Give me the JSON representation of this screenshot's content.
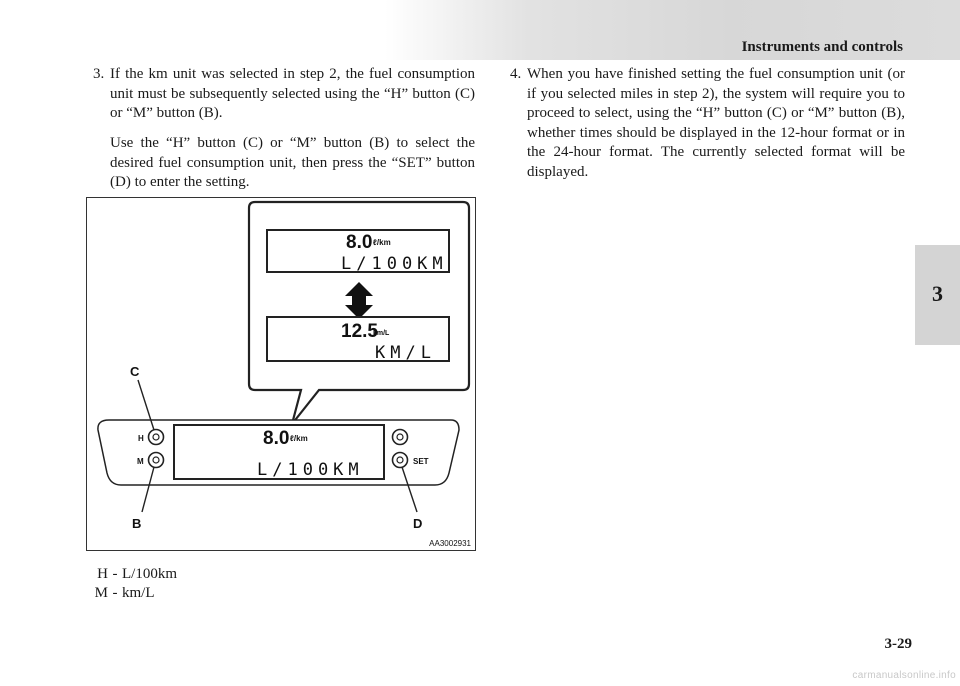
{
  "header": {
    "title": "Instruments and controls"
  },
  "chapter_tab": {
    "number": "3"
  },
  "page": {
    "number": "3-29"
  },
  "watermark": "carmanualsonline.info",
  "step3": {
    "number": "3.",
    "text": "If the km unit was selected in step 2, the fuel consumption unit must be subsequently selected using the “H” button (C) or “M” button (B).",
    "detail": "Use the “H” button (C) or “M” button (B) to select the desired fuel consumption unit, then press the “SET” button (D) to enter the setting."
  },
  "step4": {
    "number": "4.",
    "text": "When you have finished setting the fuel consumption unit (or if you selected miles in step 2), the system will require you to proceed to select, using the “H” button (C) or “M” button (B), whether times should be displayed in the 12-hour format or in the 24-hour format. The currently selected format will be displayed."
  },
  "figure": {
    "id": "AA3002931",
    "callouts": {
      "c": "C",
      "b": "B",
      "d": "D"
    },
    "buttons": {
      "h": "H",
      "m": "M",
      "set": "SET"
    },
    "display_top": {
      "value": "8.0",
      "unit_small": "ℓ/km",
      "unit": "L/100KM"
    },
    "display_bottom": {
      "value": "12.5",
      "unit_small": "km/L",
      "unit": "KM/L"
    },
    "display_main": {
      "value": "8.0",
      "unit_small": "ℓ/km",
      "unit": "L/100KM"
    }
  },
  "legend": [
    {
      "key": "H",
      "sep": "-",
      "value": "L/100km"
    },
    {
      "key": "M",
      "sep": "-",
      "value": "km/L"
    }
  ]
}
